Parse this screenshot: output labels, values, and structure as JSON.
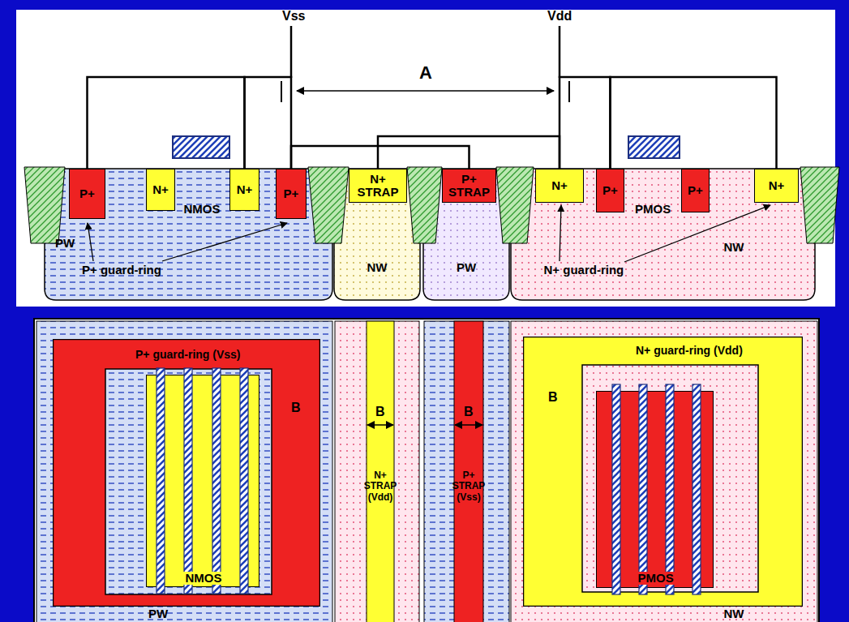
{
  "diagram": {
    "nodes": [
      {
        "text": [
          "PW"
        ]
      },
      {
        "text": [
          "P+"
        ],
        "in": 0
      },
      {
        "text": [
          "N+"
        ],
        "in": 0
      },
      {
        "text": [
          "N+"
        ],
        "in": 0
      },
      {
        "text": [
          "P+"
        ],
        "in": 0
      },
      {
        "text": [
          "NW"
        ]
      },
      {
        "text": [
          "N+ STRAP"
        ],
        "in": 5
      },
      {
        "text": [
          "PW"
        ]
      },
      {
        "text": [
          "P+ STRAP"
        ],
        "in": 7
      },
      {
        "text": [
          "NW"
        ]
      },
      {
        "text": [
          "N+"
        ],
        "in": 9
      },
      {
        "text": [
          "P+"
        ],
        "in": 9
      },
      {
        "text": [
          "P+"
        ],
        "in": 9
      },
      {
        "text": [
          "N+"
        ],
        "in": 9
      },
      {
        "text": [
          "PW"
        ]
      },
      {
        "text": [
          "P+ guard-ring (Vss)"
        ],
        "in": 14
      },
      {
        "text": [
          "NMOS"
        ],
        "in": 15
      },
      {
        "text": [
          "NW"
        ]
      },
      {
        "text": [
          "N+ guard-ring (Vdd)"
        ],
        "in": 17
      },
      {
        "text": [
          "PMOS"
        ],
        "in": 18
      }
    ],
    "edges": [
      {
        "from": 1,
        "to": 3,
        "arrow": "none"
      },
      {
        "from": 3,
        "to": 4,
        "arrow": "none"
      },
      {
        "from": 4,
        "to": 8,
        "arrow": "none"
      },
      {
        "from": 6,
        "to": 10,
        "arrow": "none"
      },
      {
        "from": 10,
        "to": 11,
        "arrow": "none"
      },
      {
        "from": 11,
        "to": 13,
        "arrow": "none"
      }
    ],
    "labels": [
      "Vss",
      "Vdd",
      "A",
      "NMOS",
      "PMOS",
      "P+ guard-ring",
      "N+ guard-ring",
      "B",
      "B",
      "B",
      "B",
      "N+ STRAP (Vdd)",
      "P+ STRAP (Vss)"
    ]
  }
}
